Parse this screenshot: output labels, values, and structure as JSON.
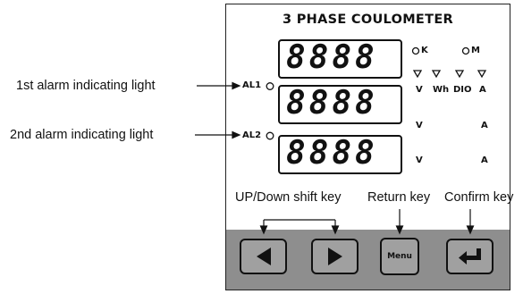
{
  "panel": {
    "title": "3 PHASE COULOMETER"
  },
  "displays": [
    {
      "digits": "8888"
    },
    {
      "digits": "8888"
    },
    {
      "digits": "8888"
    }
  ],
  "alarms": [
    {
      "label": "AL1",
      "callout": "1st alarm indicating light"
    },
    {
      "label": "AL2",
      "callout": "2nd alarm indicating light"
    }
  ],
  "status": {
    "ok": "K",
    "m": "M"
  },
  "units": {
    "row1": [
      "V",
      "Wh",
      "DIO",
      "A"
    ],
    "row2_left": "V",
    "row2_right": "A",
    "row3_left": "V",
    "row3_right": "A"
  },
  "keys": {
    "updown_callout": "UP/Down shift key",
    "return_callout": "Return key",
    "confirm_callout": "Confirm key",
    "menu_label": "Menu"
  }
}
